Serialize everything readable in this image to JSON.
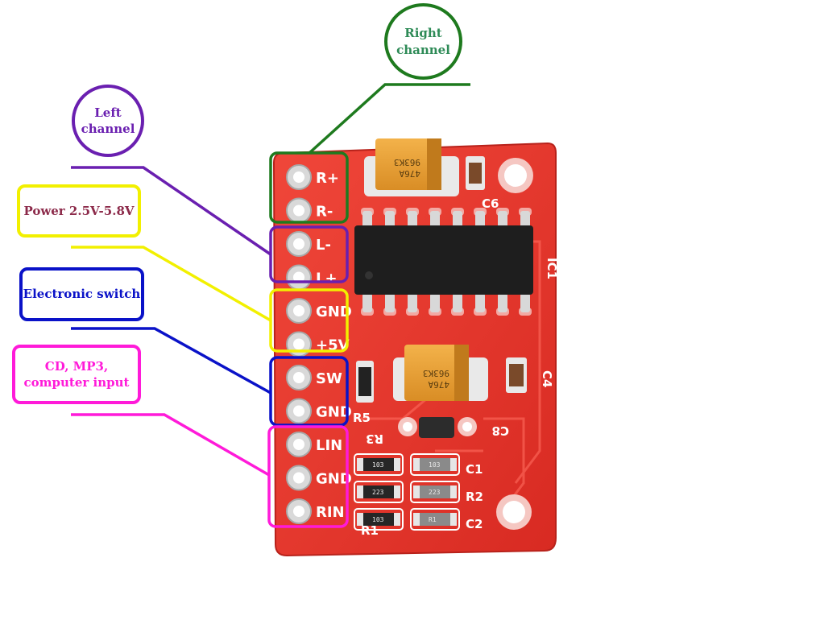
{
  "colors": {
    "right_channel": "#1e7a1e",
    "left_channel": "#6a1fb0",
    "power": "#f2f000",
    "electronic_switch": "#0a12c8",
    "input": "#ff1ad9",
    "board": "#e8352b",
    "power_text": "#8c2a4a",
    "right_text": "#2e8b57"
  },
  "callouts": {
    "right_channel": "Right channel",
    "left_channel": "Left channel",
    "power": "Power 2.5V-5.8V",
    "electronic_switch": "Electronic switch",
    "input": "CD, MP3, computer input"
  },
  "pins": [
    "R+",
    "R-",
    "L-",
    "L+",
    "GND",
    "+5V",
    "SW",
    "GND",
    "LIN",
    "GND",
    "RIN"
  ],
  "silkscreen": {
    "c6": "C6",
    "ic1": "IC1",
    "c4": "C4",
    "r5": "R5",
    "c8": "C8",
    "r3": "R3",
    "c1": "C1",
    "r2": "R2",
    "c2": "C2",
    "r1": "R1"
  },
  "capacitor_marking": {
    "line1": "476A",
    "line2": "963K3"
  },
  "smd_markings": [
    "103",
    "103",
    "223",
    "223",
    "103",
    "R1"
  ]
}
